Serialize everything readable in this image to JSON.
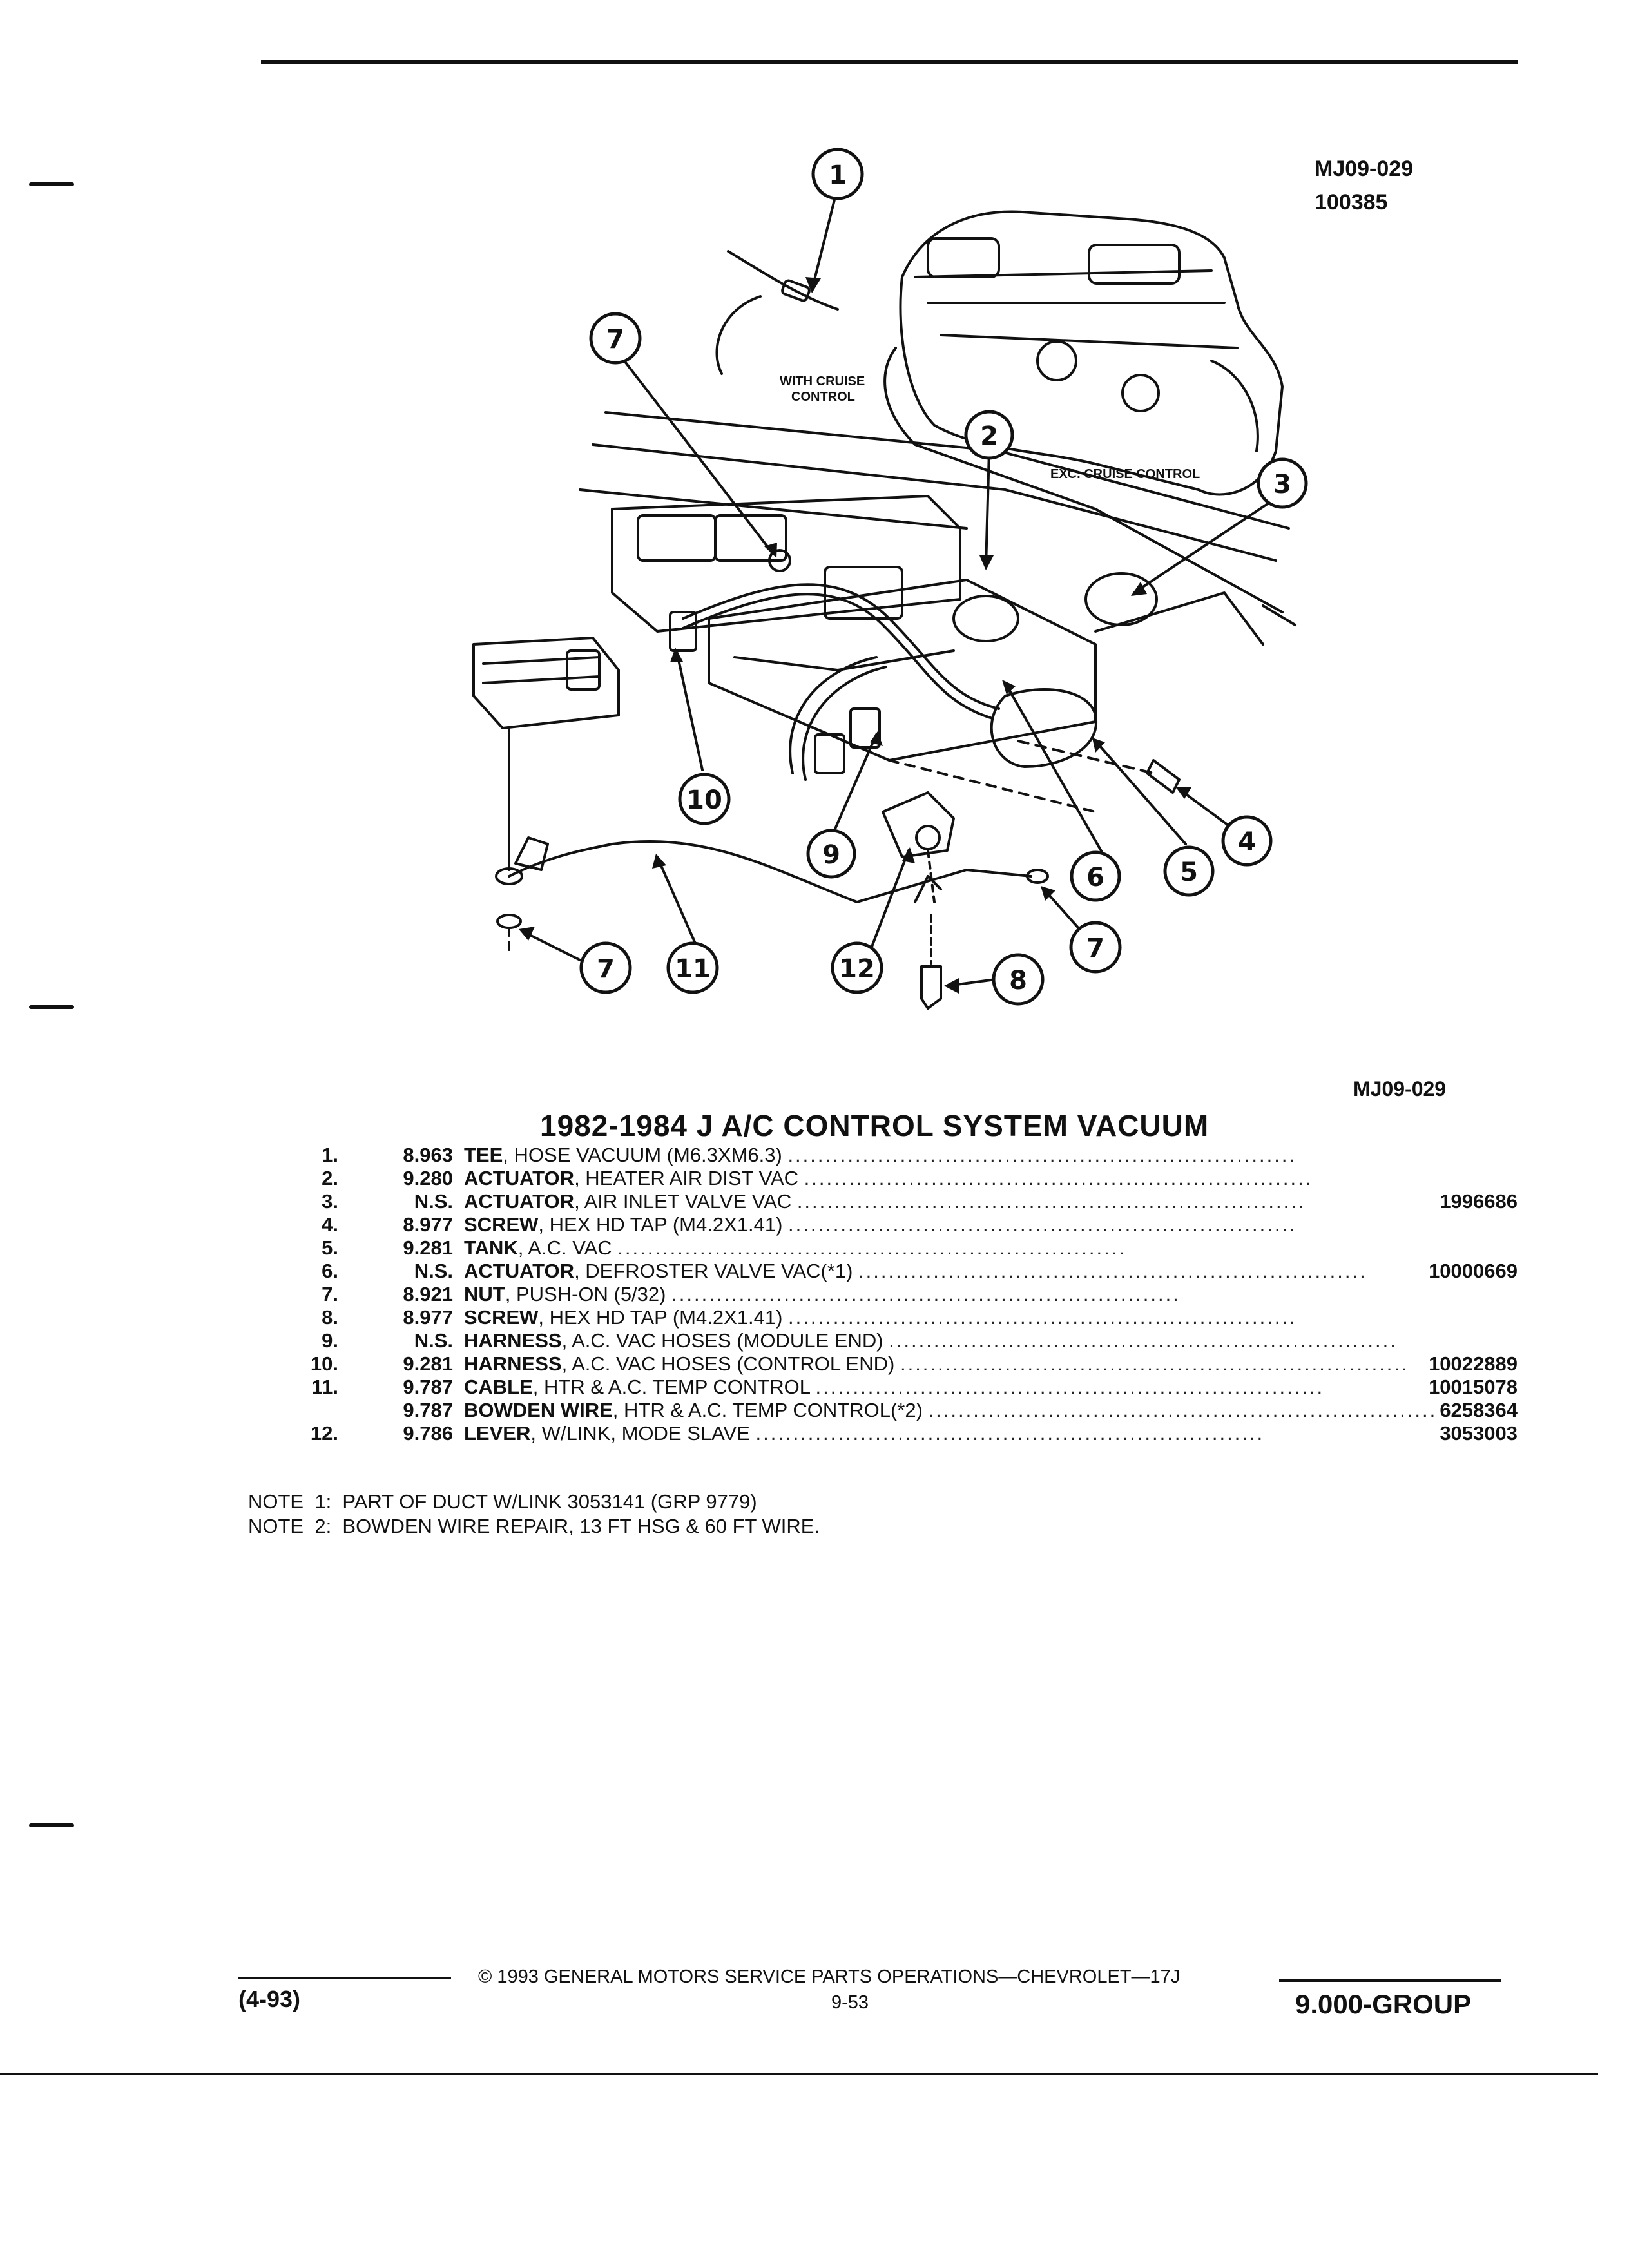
{
  "header": {
    "drawing_code": "MJ09-029",
    "drawing_number": "100385"
  },
  "diagram": {
    "label_with_cruise": [
      "WITH CRUISE",
      "CONTROL"
    ],
    "label_exc_cruise": "EXC. CRUISE CONTROL",
    "callouts": [
      "1",
      "7",
      "2",
      "3",
      "10",
      "9",
      "6",
      "5",
      "4",
      "7",
      "11",
      "12",
      "8",
      "7"
    ],
    "caption_code": "MJ09-029"
  },
  "title": "1982-1984 J A/C CONTROL SYSTEM VACUUM",
  "parts": [
    {
      "idx": "1.",
      "grp": "8.963",
      "name": "TEE",
      "detail": ", HOSE VACUUM (M6.3XM6.3)",
      "pn": ""
    },
    {
      "idx": "2.",
      "grp": "9.280",
      "name": "ACTUATOR",
      "detail": ", HEATER AIR DIST VAC",
      "pn": ""
    },
    {
      "idx": "3.",
      "grp": "N.S.",
      "name": "ACTUATOR",
      "detail": ", AIR INLET VALVE VAC",
      "pn": "1996686"
    },
    {
      "idx": "4.",
      "grp": "8.977",
      "name": "SCREW",
      "detail": ", HEX HD TAP (M4.2X1.41)",
      "pn": ""
    },
    {
      "idx": "5.",
      "grp": "9.281",
      "name": "TANK",
      "detail": ", A.C. VAC",
      "pn": ""
    },
    {
      "idx": "6.",
      "grp": "N.S.",
      "name": "ACTUATOR",
      "detail": ", DEFROSTER VALVE VAC(*1)",
      "pn": "10000669"
    },
    {
      "idx": "7.",
      "grp": "8.921",
      "name": "NUT",
      "detail": ", PUSH-ON (5/32)",
      "pn": ""
    },
    {
      "idx": "8.",
      "grp": "8.977",
      "name": "SCREW",
      "detail": ", HEX HD TAP (M4.2X1.41)",
      "pn": ""
    },
    {
      "idx": "9.",
      "grp": "N.S.",
      "name": "HARNESS",
      "detail": ", A.C. VAC HOSES (MODULE END)",
      "pn": ""
    },
    {
      "idx": "10.",
      "grp": "9.281",
      "name": "HARNESS",
      "detail": ", A.C. VAC HOSES (CONTROL END)",
      "pn": "10022889"
    },
    {
      "idx": "11.",
      "grp": "9.787",
      "name": "CABLE",
      "detail": ", HTR & A.C. TEMP CONTROL",
      "pn": "10015078"
    },
    {
      "idx": "",
      "grp": "9.787",
      "name": "BOWDEN WIRE",
      "detail": ", HTR & A.C. TEMP CONTROL(*2)",
      "pn": "6258364"
    },
    {
      "idx": "12.",
      "grp": "9.786",
      "name": "LEVER",
      "detail": ", W/LINK, MODE SLAVE",
      "pn": "3053003"
    }
  ],
  "notes": [
    "NOTE  1:  PART OF DUCT W/LINK 3053141 (GRP 9779)",
    "NOTE  2:  BOWDEN WIRE REPAIR, 13 FT HSG & 60 FT WIRE."
  ],
  "footer": {
    "date": "(4-93)",
    "copyright": "©  1993  GENERAL MOTORS SERVICE PARTS OPERATIONS—CHEVROLET—17J",
    "page": "9-53",
    "group": "9.000-GROUP"
  }
}
